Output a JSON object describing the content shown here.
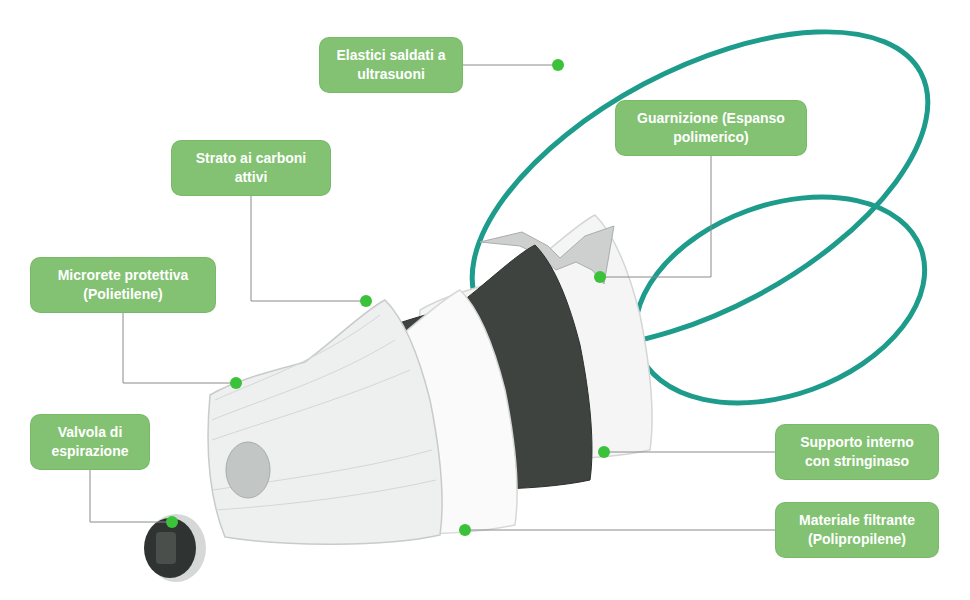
{
  "diagram": {
    "nodes": [
      {
        "text": [
          "Elastici saldati a ultrasuoni"
        ]
      },
      {
        "text": [
          "Guarnizione (Espanso polimerico)"
        ]
      },
      {
        "text": [
          "Strato ai carboni attivi"
        ]
      },
      {
        "text": [
          "Microrete protettiva (Polietilene)"
        ]
      },
      {
        "text": [
          "Valvola di espirazione"
        ]
      },
      {
        "text": [
          "Supporto interno con stringinaso"
        ]
      },
      {
        "text": [
          "Materiale filtrante (Polipropilene)"
        ]
      }
    ]
  }
}
